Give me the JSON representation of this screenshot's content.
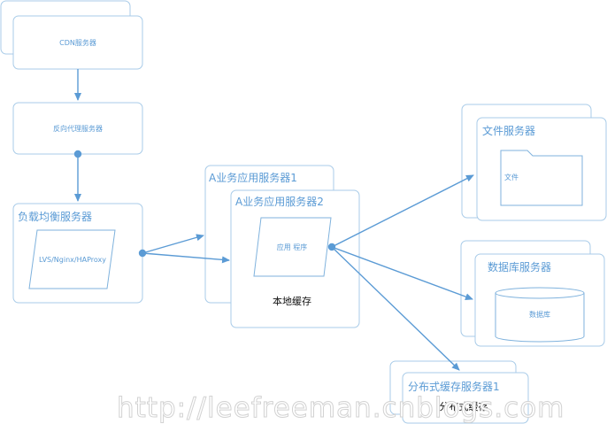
{
  "nodes": {
    "cdn": {
      "label": "CDN服务器"
    },
    "reverse_proxy": {
      "label": "反向代理服务器"
    },
    "load_balancer": {
      "label": "负载均衡服务器",
      "inner_label": "LVS/Nginx/HAProxy"
    },
    "app_server_1": {
      "label": "A业务应用服务器1"
    },
    "app_server_2": {
      "label": "A业务应用服务器2",
      "program_label": "应用 程序",
      "local_cache_label": "本地缓存"
    },
    "file_server": {
      "label": "文件服务器",
      "folder_label": "文件"
    },
    "db_server": {
      "label": "数据库服务器",
      "db_label": "数据库"
    },
    "cache_server": {
      "label": "分布式缓存服务器1",
      "inner_label": "分布式缓存"
    }
  },
  "watermark": "http://leefreeman.cnblogs.com"
}
